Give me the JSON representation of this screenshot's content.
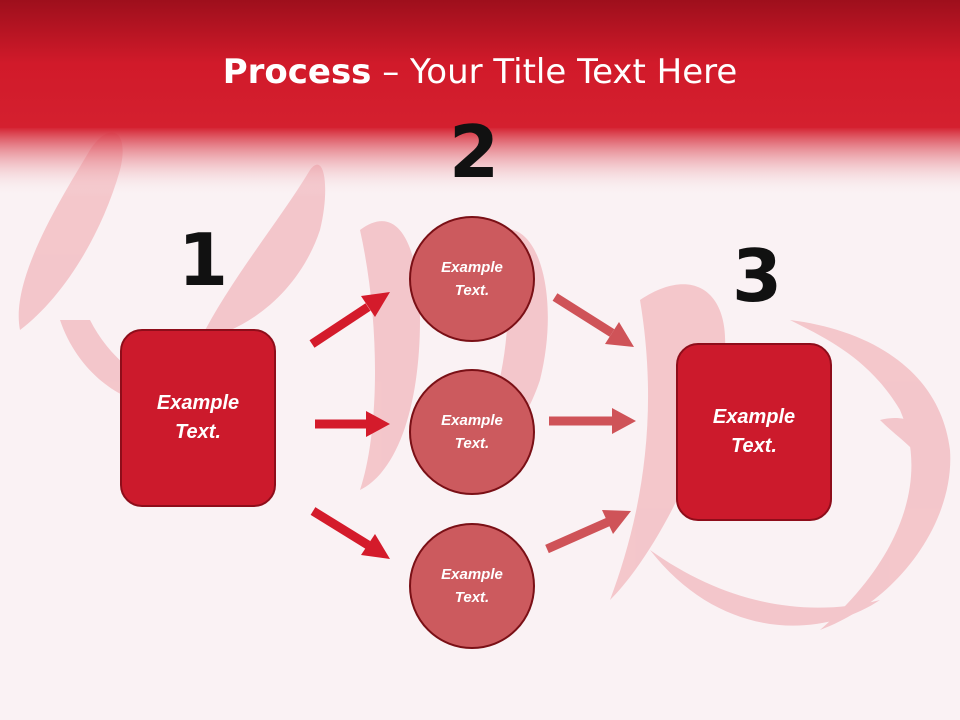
{
  "title": {
    "bold": "Process",
    "rest": " – Your Title Text Here"
  },
  "steps": {
    "one": "1",
    "two": "2",
    "three": "3"
  },
  "nodes": {
    "start": "Example Text.",
    "middle_top": "Example Text.",
    "middle_center": "Example Text.",
    "middle_bottom": "Example Text.",
    "end": "Example Text."
  },
  "colors": {
    "header": "#c8141f",
    "box_fill": "#cc1a2c",
    "circle_fill": "#cc5a5e",
    "arrow_dark": "#d41b2b",
    "arrow_light": "#cf5358"
  }
}
